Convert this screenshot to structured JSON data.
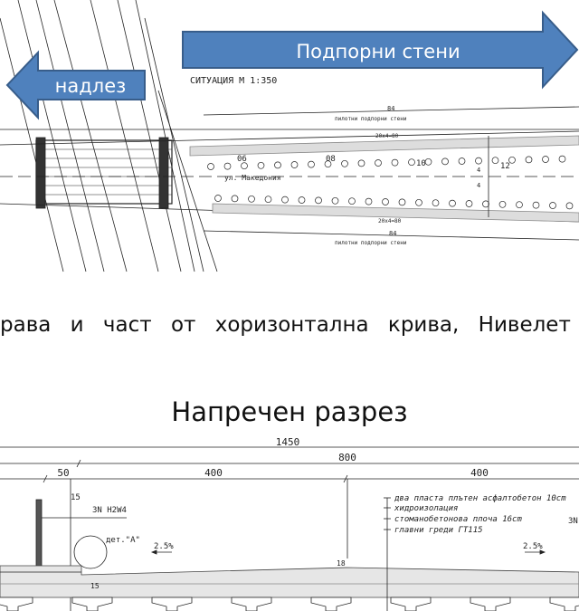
{
  "plan": {
    "arrow_right_label": "Подпорни стени",
    "arrow_left_label": "надлез",
    "situation_label": "СИТУАЦИЯ М 1:350",
    "dim_top": "84",
    "dim_top_note": "пилотни подпорни стени",
    "dim_top_span": "20x4=80",
    "dim_bottom": "84",
    "dim_bottom_note": "пилотни подпорни стени",
    "dim_bottom_span": "20x4=80",
    "street": "ул. Македония",
    "stations": [
      "06",
      "08",
      "10",
      "12"
    ],
    "dim_side": [
      "4",
      "4"
    ],
    "colors": {
      "arrow_fill": "#4f81bd",
      "arrow_border": "#385d8a"
    }
  },
  "caption": "рава и част от хоризонтална крива, Нивелет",
  "section": {
    "title": "Напречен разрез",
    "dims": {
      "total": "1450",
      "half": "800",
      "d50": "50",
      "d400a": "400",
      "d400b": "400",
      "d15": "15",
      "d18": "18",
      "d15b": "15"
    },
    "barrier": "3N H2W4",
    "barrier_right": "3N",
    "detail": "дет.\"А\"",
    "slope_left": "2.5%",
    "slope_right": "2.5%",
    "layers": [
      "два пласта плътен асфалтобетон 10cm",
      "хидроизолация",
      "стоманобетонова плоча 16cm",
      "главни греди ГТ115"
    ]
  }
}
